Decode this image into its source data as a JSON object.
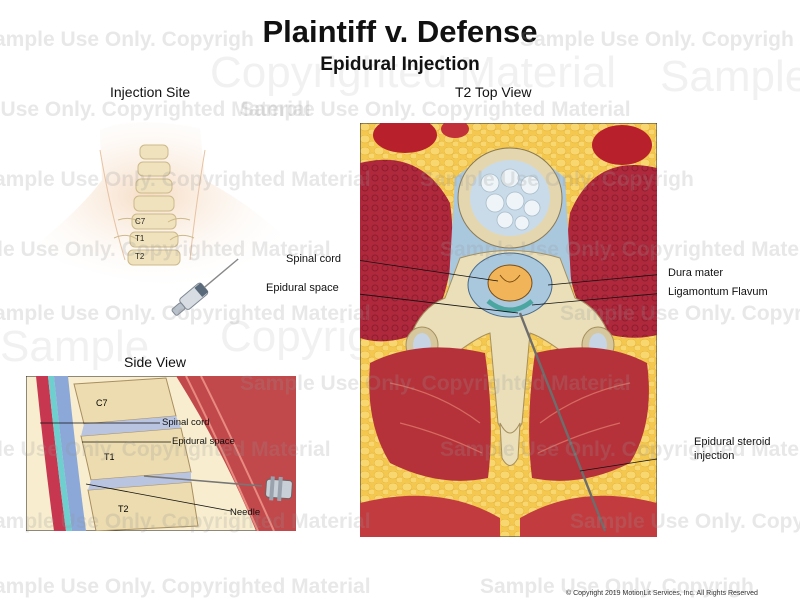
{
  "header": {
    "title": "Plaintiff v. Defense",
    "subtitle": "Epidural Injection"
  },
  "panels": {
    "injection_site": {
      "label": "Injection Site",
      "vertebrae": [
        "C7",
        "T1",
        "T2"
      ]
    },
    "side_view": {
      "label": "Side View",
      "vertebrae": [
        "C7",
        "T1",
        "T2"
      ],
      "callouts": [
        "Spinal cord",
        "Epidural space",
        "Needle"
      ]
    },
    "top_view": {
      "label": "T2 Top View",
      "callouts": {
        "spinal_cord": "Spinal cord",
        "epidural_space": "Epidural space",
        "dura_mater": "Dura mater",
        "ligamentum_flavum": "Ligamontum Flavum",
        "injection_line1": "Epidural steroid",
        "injection_line2": "injection"
      }
    }
  },
  "watermark": {
    "text_a": "Sample Use Only. Copyrighted Material",
    "text_b": "Sample Use Only. Copyrigh",
    "text_c": "Copyrighted Material",
    "text_d": "Sample"
  },
  "footer": {
    "copyright": "© Copyright 2019 MotionLit Services, Inc. All Rights Reserved"
  },
  "colors": {
    "muscle": "#b8323a",
    "bone": "#e9d9a8",
    "fat": "#f2c64a",
    "skin": "#f3d3b6",
    "dura": "#a9c8de",
    "needle": "#7c7c7c"
  }
}
